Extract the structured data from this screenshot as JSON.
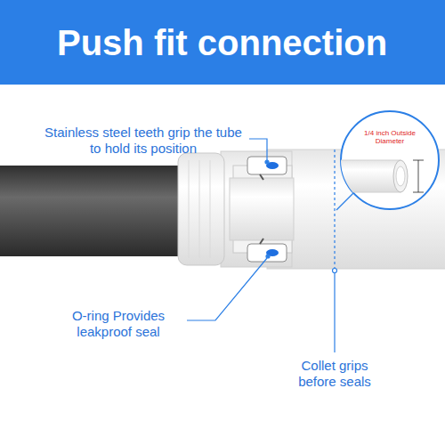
{
  "diagram": {
    "title": "Push fit connection",
    "labels": [
      "Stainless steel teeth grip the tube to hold its position",
      "O-ring Provides leakproof seal",
      "Collet grips before seals",
      "1/4 inch Outside Diameter"
    ]
  }
}
